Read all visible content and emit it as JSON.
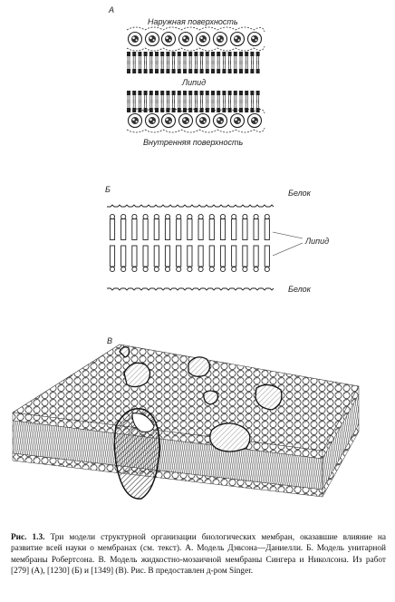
{
  "panel_a": {
    "letter": "А",
    "outer_label": "Наружная поверхность",
    "lipid_label": "Липид",
    "inner_label": "Внутренняя поверхность"
  },
  "panel_b": {
    "letter": "Б",
    "protein_top_label": "Белок",
    "lipid_label": "Липид",
    "protein_bottom_label": "Белок"
  },
  "panel_c": {
    "letter": "В"
  },
  "caption": {
    "figure_label": "Рис. 1.3.",
    "text": "Три модели структурной организации биологических мембран, оказавшие влияние на развитие всей науки о мембранах (см. текст). А. Модель Дэвсона—Даниелли. Б. Модель унитарной мембраны Робертсона. В. Модель жидкостно-мозаичной мембраны Сингера и Николсона. Из работ [279] (А), [1230] (Б) и [1349] (В). Рис. В предоставлен д-ром Singer."
  }
}
